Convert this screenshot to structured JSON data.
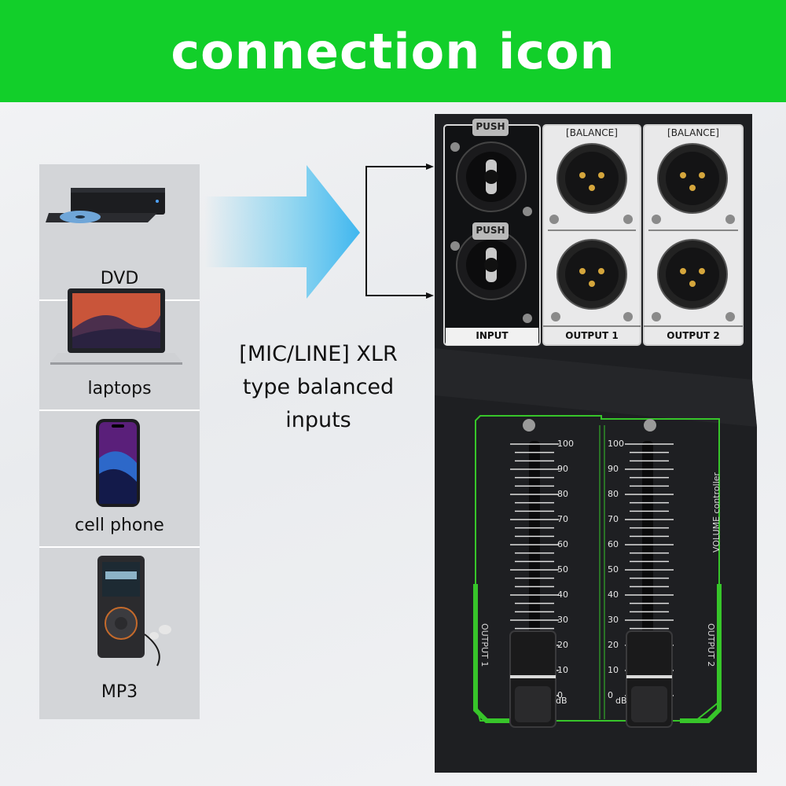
{
  "banner": {
    "title": "connection icon"
  },
  "devices": [
    {
      "label": "DVD",
      "icon": "dvd-player-icon"
    },
    {
      "label": "laptops",
      "icon": "laptop-icon"
    },
    {
      "label": "cell phone",
      "icon": "cell-phone-icon"
    },
    {
      "label": "MP3",
      "icon": "mp3-player-icon"
    }
  ],
  "caption": {
    "line1": "[MIC/LINE] XLR",
    "line2": "type balanced",
    "line3": "inputs"
  },
  "mixer": {
    "input_label": "INPUT",
    "output1_label": "OUTPUT 1",
    "output2_label": "OUTPUT 2",
    "balance_label_1": "[BALANCE]",
    "balance_label_2": "[BALANCE]",
    "push_label_1": "PUSH",
    "push_label_2": "PUSH",
    "volume_label": "VOLUME controller",
    "fader_output1_label": "OUTPUT 1",
    "fader_output2_label": "OUTPUT 2",
    "db_label_1": "dB",
    "db_label_2": "dB",
    "scale": [
      "100",
      "90",
      "80",
      "70",
      "60",
      "50",
      "40",
      "30",
      "20",
      "10",
      "0"
    ]
  },
  "colors": {
    "banner": "#12cf2a",
    "accent_green": "#37c52a",
    "arrow_blue": "#4cc3f0"
  }
}
